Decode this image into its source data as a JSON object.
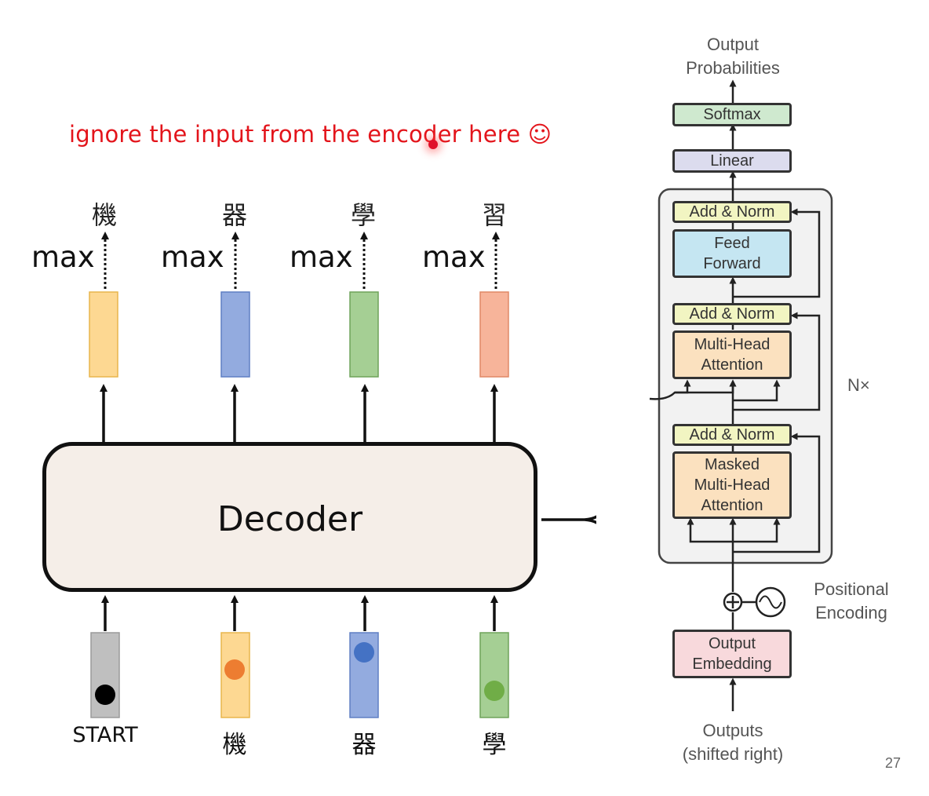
{
  "annotation": "ignore the input from the encoder here ☺",
  "outputs": [
    "機",
    "器",
    "學",
    "習"
  ],
  "max_label": "max",
  "decoder_label": "Decoder",
  "inputs": [
    "START",
    "機",
    "器",
    "學"
  ],
  "colors": {
    "output_vectors": [
      "#fdd892",
      "#93abdf",
      "#a5cf94",
      "#f7b49a"
    ],
    "input_vectors": [
      "#bfbfbf",
      "#fdd892",
      "#93abdf",
      "#a5cf94"
    ],
    "input_dots": [
      "#000000",
      "#ed7d31",
      "#4472c4",
      "#70ad47"
    ],
    "annotation": "#e3141b",
    "decoder_fill": "#f5eee8"
  },
  "transformer": {
    "output_probabilities": "Output\nProbabilities",
    "softmax": "Softmax",
    "linear": "Linear",
    "add_norm": "Add & Norm",
    "feed_forward": "Feed\nForward",
    "multi_head_attention": "Multi-Head\nAttention",
    "masked_multi_head_attention": "Masked\nMulti-Head\nAttention",
    "nx": "N×",
    "positional_encoding": "Positional\nEncoding",
    "output_embedding": "Output\nEmbedding",
    "outputs_shifted": "Outputs\n(shifted right)"
  },
  "page_number": "27"
}
